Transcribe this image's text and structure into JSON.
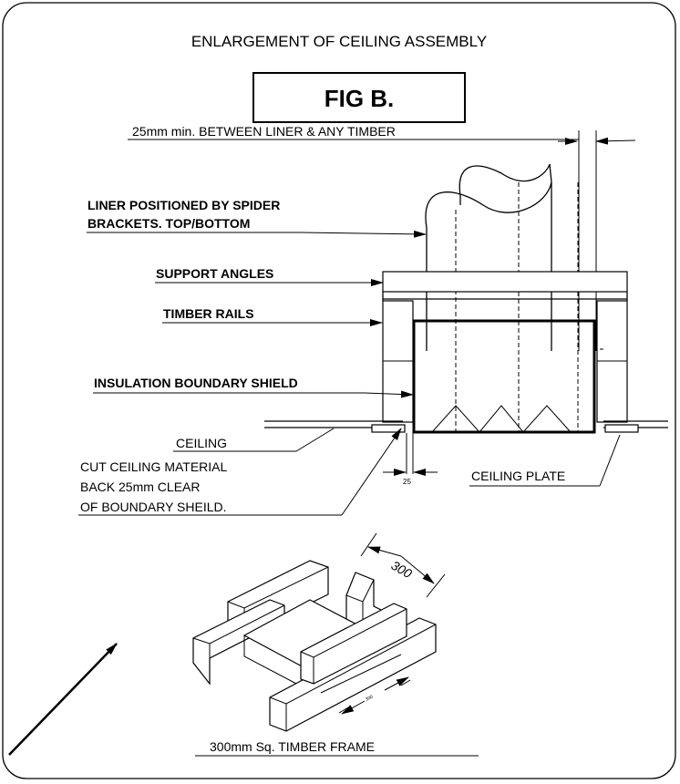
{
  "title": "ENLARGEMENT OF CEILING ASSEMBLY",
  "figure_label": "FIG B.",
  "clearance_note": "25mm min. BETWEEN LINER & ANY TIMBER",
  "labels": {
    "liner_line1": "LINER POSITIONED BY SPIDER",
    "liner_line2": "BRACKETS. TOP/BOTTOM",
    "support_angles": "SUPPORT ANGLES",
    "timber_rails": "TIMBER RAILS",
    "insulation_shield": "INSULATION BOUNDARY SHIELD",
    "ceiling": "CEILING",
    "cut_note_line1": "CUT CEILING MATERIAL",
    "cut_note_line2": "BACK 25mm CLEAR",
    "cut_note_line3": "OF BOUNDARY SHEILD.",
    "ceiling_plate": "CEILING PLATE",
    "gap_dim": "25",
    "frame_dim": "300",
    "frame_inner_dim": "300",
    "frame_caption": "300mm Sq. TIMBER FRAME"
  }
}
